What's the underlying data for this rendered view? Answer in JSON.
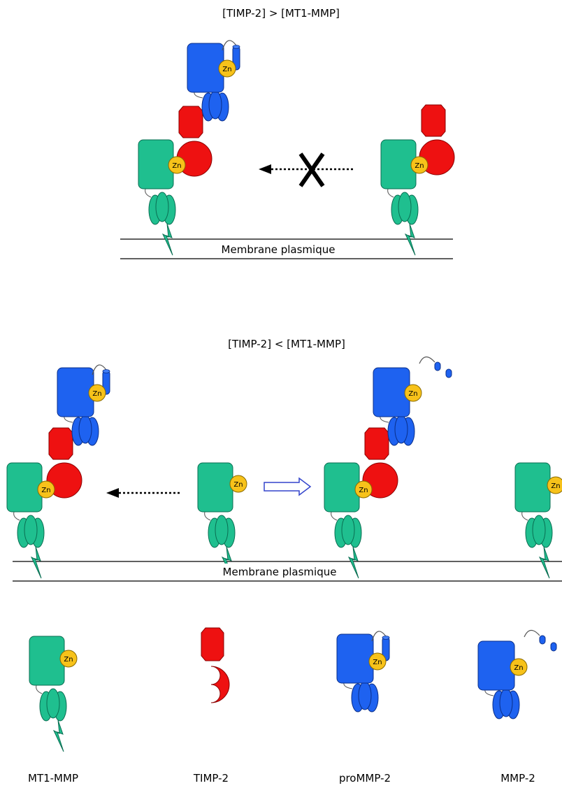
{
  "top_panel": {
    "condition": "[TIMP-2] > [MT1-MMP]",
    "membrane_label": "Membrane plasmique"
  },
  "bottom_panel": {
    "condition": "[TIMP-2] < [MT1-MMP]",
    "membrane_label": "Membrane plasmique"
  },
  "zinc_label": "Zn",
  "legend": {
    "mt1mmp": "MT1-MMP",
    "timp2": "TIMP-2",
    "prommp2": "proMMP-2",
    "mmp2": "MMP-2"
  },
  "colors": {
    "mt1mmp": "#1fbf8f",
    "timp2": "#ee1111",
    "mmp2": "#1e62f0",
    "zinc": "#f7c21a",
    "open_arrow": "#3344cc"
  },
  "icons": [
    "blocked-arrow-icon",
    "open-arrow-icon",
    "dotted-arrow-icon"
  ]
}
